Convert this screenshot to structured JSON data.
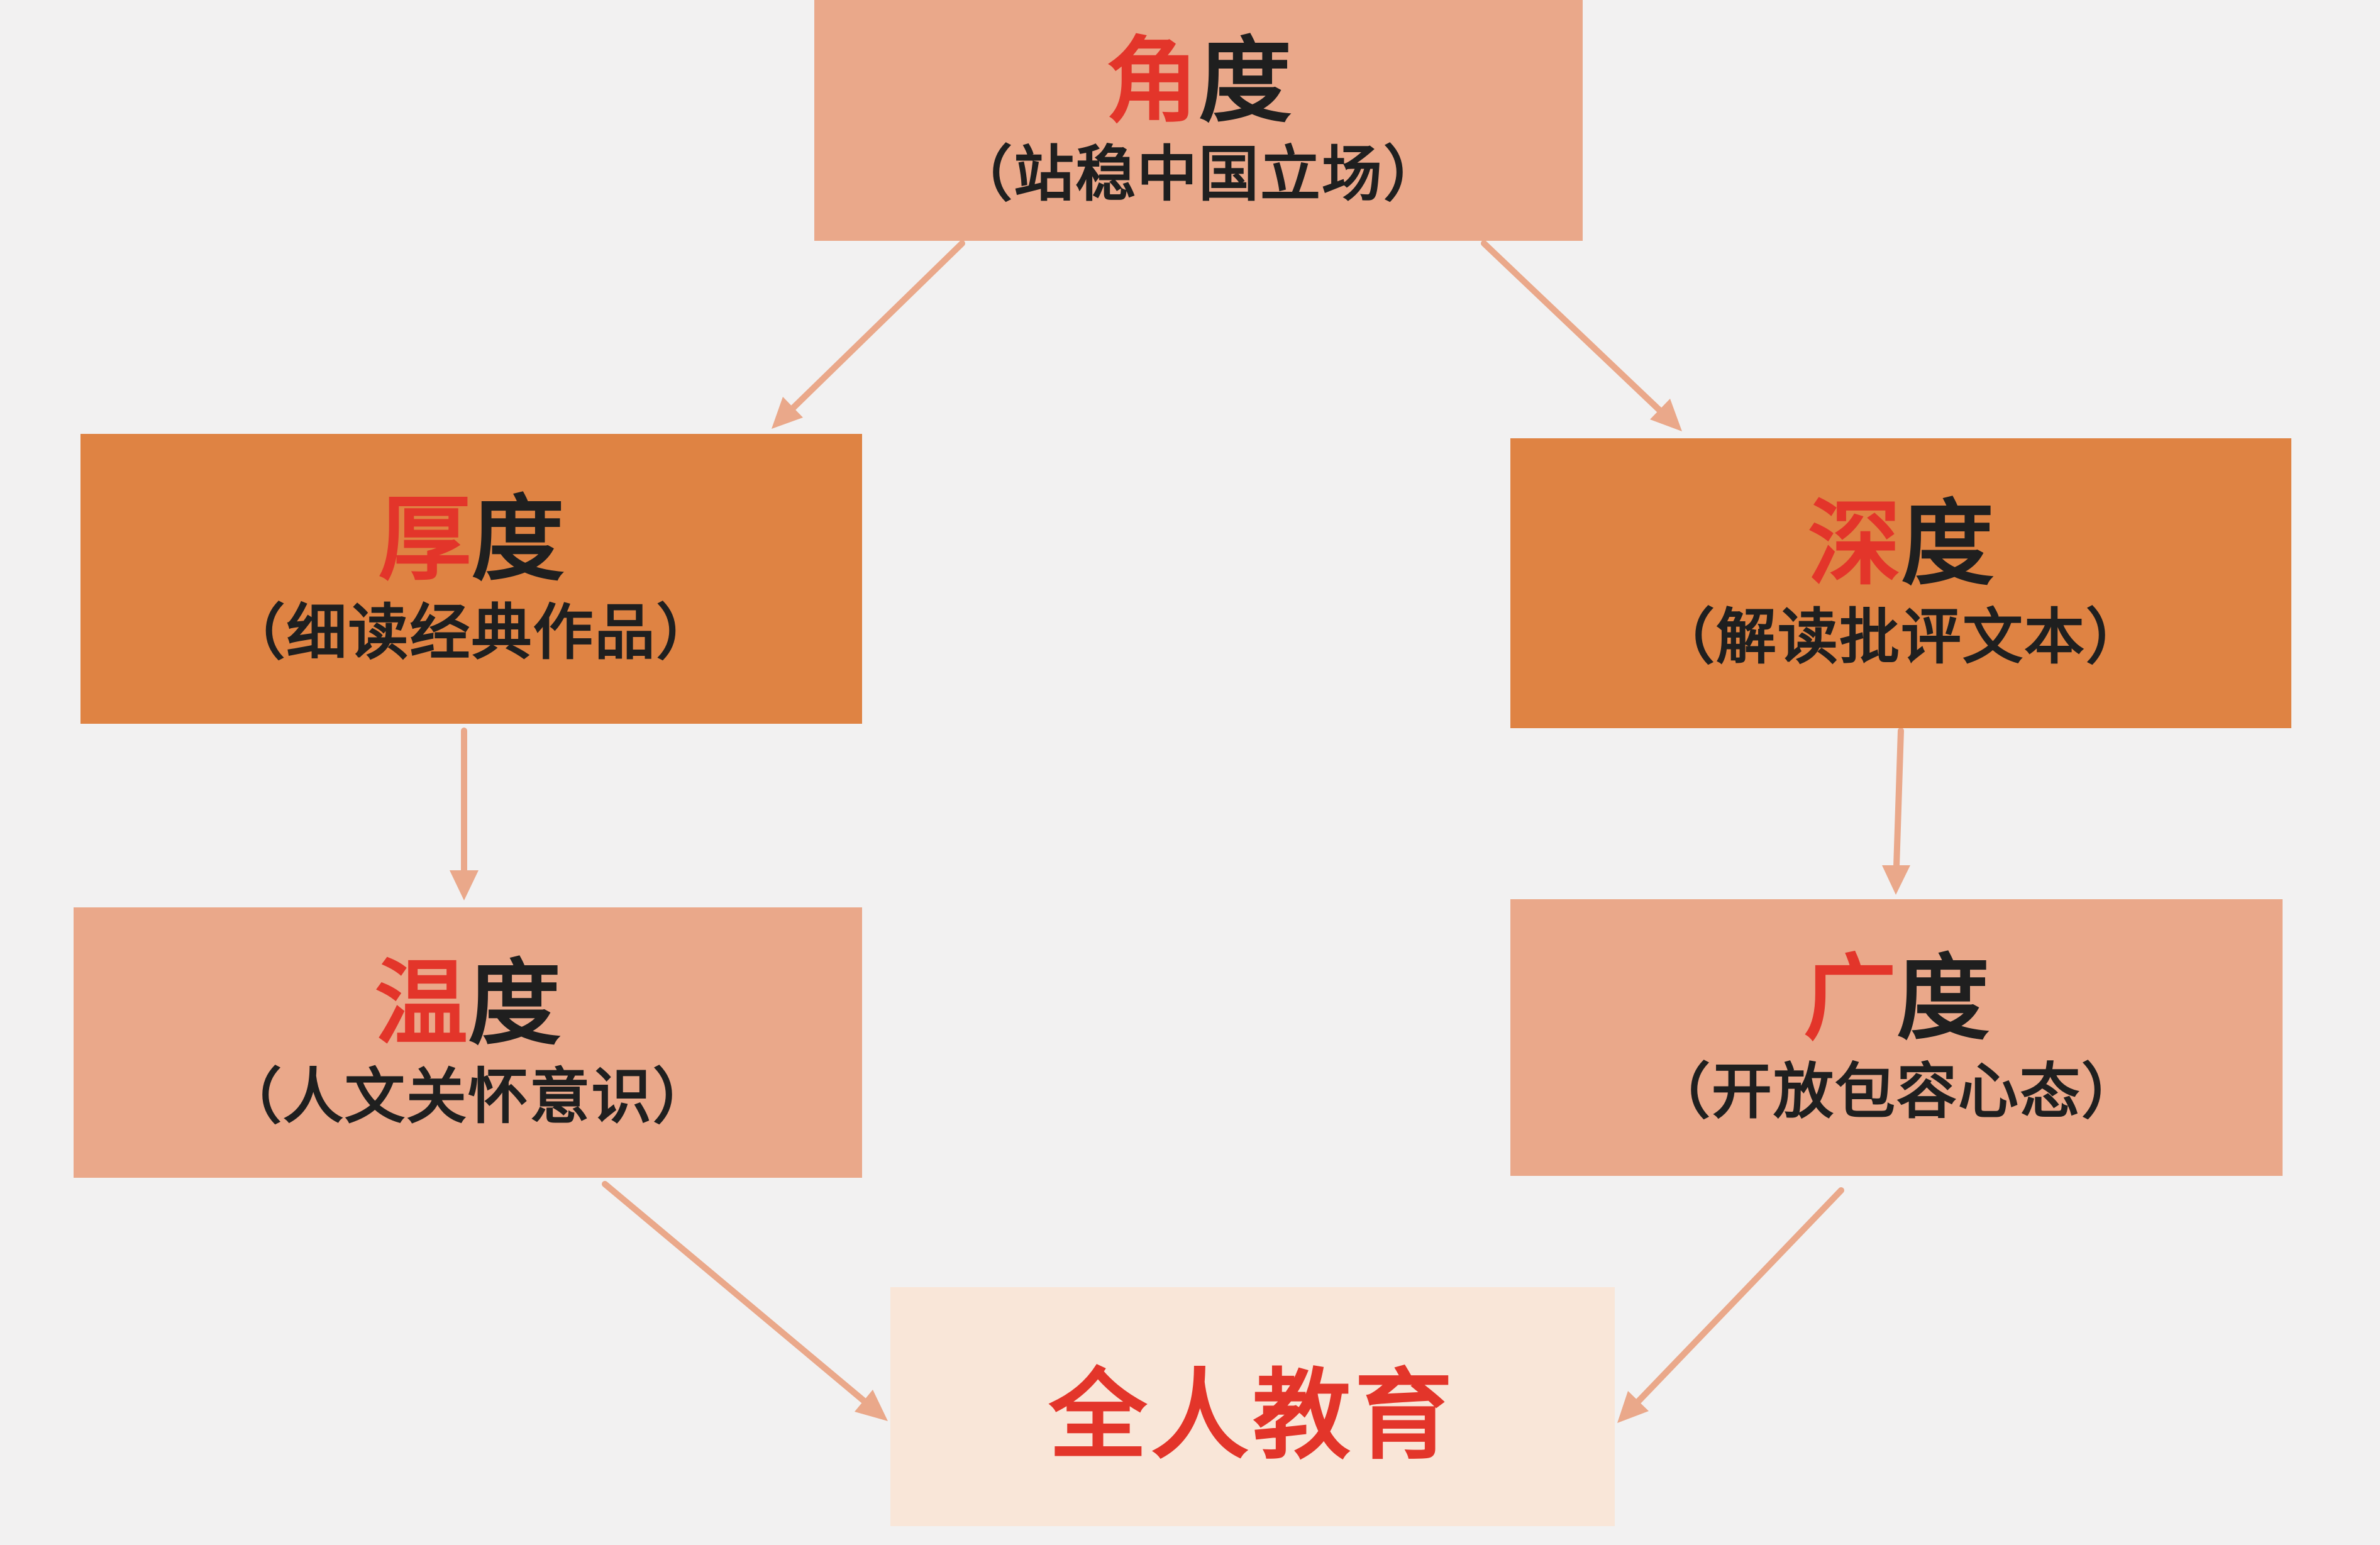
{
  "colors": {
    "background": "#f2f1f1",
    "box_light": "#eaa88a",
    "box_dark": "#df8343",
    "box_goal": "#f9e6d8",
    "highlight_text": "#e3352a",
    "body_text": "#1f1f1f",
    "arrow": "#eaa88a"
  },
  "nodes": {
    "jiaodu": {
      "accent": "角",
      "suffix": "度",
      "subtitle": "（站稳中国立场）"
    },
    "houdu": {
      "accent": "厚",
      "suffix": "度",
      "subtitle": "（细读经典作品）"
    },
    "shendu": {
      "accent": "深",
      "suffix": "度",
      "subtitle": "（解读批评文本）"
    },
    "wendu": {
      "accent": "温",
      "suffix": "度",
      "subtitle": "（人文关怀意识）"
    },
    "guangdu": {
      "accent": "广",
      "suffix": "度",
      "subtitle": "（开放包容心态）"
    },
    "goal": {
      "title": "全人教育"
    }
  },
  "edges": [
    {
      "from": "jiaodu",
      "to": "houdu"
    },
    {
      "from": "jiaodu",
      "to": "shendu"
    },
    {
      "from": "houdu",
      "to": "wendu"
    },
    {
      "from": "shendu",
      "to": "guangdu"
    },
    {
      "from": "wendu",
      "to": "goal"
    },
    {
      "from": "guangdu",
      "to": "goal"
    }
  ]
}
